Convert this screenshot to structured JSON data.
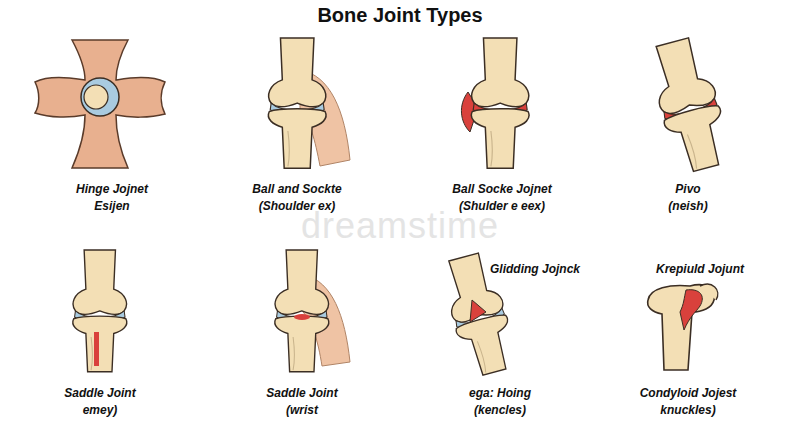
{
  "diagram": {
    "title": "Bone Joint Types",
    "labels": [
      "Hinge Jojnet",
      "Esijen",
      "Ball and Sockte",
      "(Shoulder ex)",
      "Ball Socke Jojnet",
      "(Shulder e eex)",
      "Pivo",
      "(neish)",
      "dreamstime",
      "Glidding Jojnck",
      "Krepiuld Jojunt",
      "Saddle Joint",
      "emey)",
      "Saddle Joint",
      "(wrist",
      "ega: Hoing",
      "(kencles)",
      "Condyloid Jojest",
      "knuckles)"
    ]
  }
}
